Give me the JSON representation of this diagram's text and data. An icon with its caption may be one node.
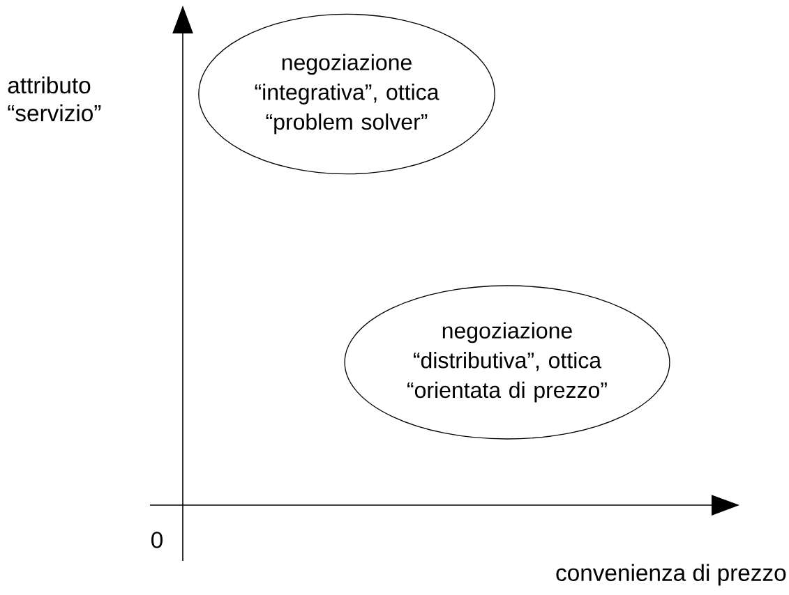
{
  "diagram": {
    "nodes": [
      {
        "text": [
          "negoziazione “integrativa”, ottica “problem solver”"
        ]
      },
      {
        "text": [
          "negoziazione “distributiva”, ottica “orientata di prezzo”"
        ]
      }
    ],
    "labels": [
      "attributo “servizio”",
      "0",
      "convenienza di prezzo"
    ]
  }
}
